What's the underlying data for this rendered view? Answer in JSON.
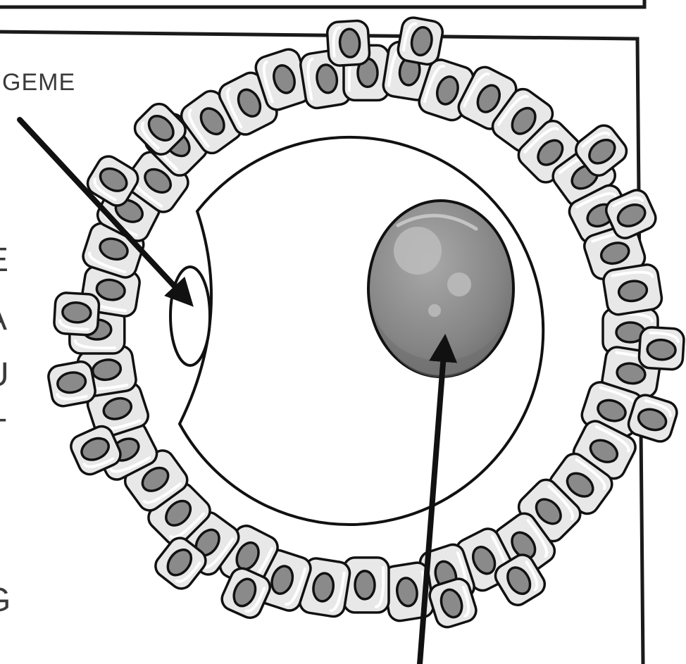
{
  "diagram": {
    "label_top": "GEME",
    "left_edge_fragments": [
      "E",
      "A",
      "U",
      "T",
      "G"
    ]
  },
  "colors": {
    "outline": "#111111",
    "cell_fill": "#e8e8e8",
    "nucleus_fill": "#8a8a8a",
    "ovum_fill": "#8c8c8c",
    "ovum_highlight": "#bdbdbd"
  }
}
